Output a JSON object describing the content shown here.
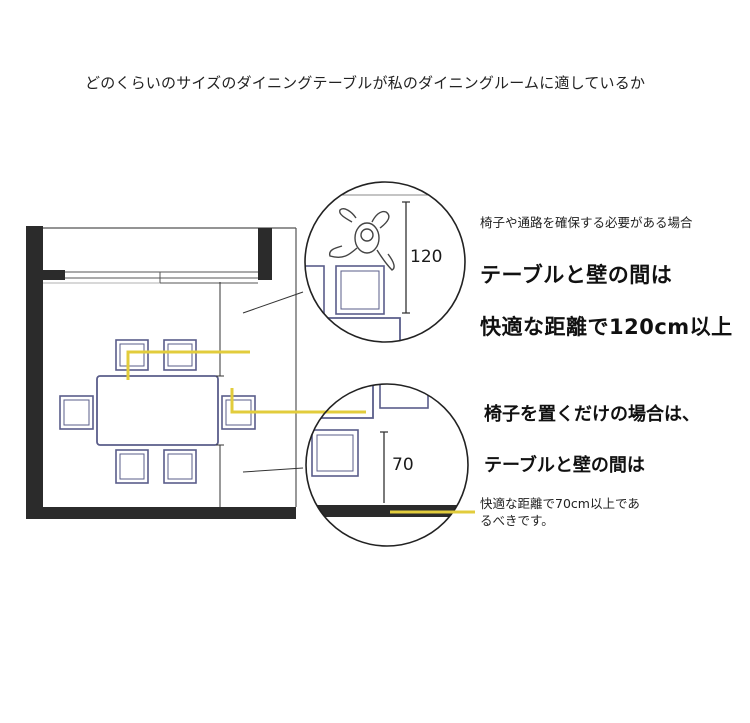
{
  "header": {
    "title": "どのくらいのサイズのダイニングテーブルが私のダイニングルームに適しているか"
  },
  "top_callout": {
    "caption": "椅子や通路を確保する必要がある場合",
    "dimension": "120",
    "line1": "テーブルと壁の間は",
    "line2": "快適な距離で120cm以上"
  },
  "bottom_callout": {
    "dimension": "70",
    "line1": "椅子を置くだけの場合は、",
    "line2": "テーブルと壁の間は",
    "note_line1": "快適な距離で70cm以上であ",
    "note_line2": "るべきです。"
  },
  "colors": {
    "wall": "#2b2b2b",
    "furniture": "#5a5d8a",
    "highlight": "#e2cc3c",
    "line": "#333333"
  }
}
